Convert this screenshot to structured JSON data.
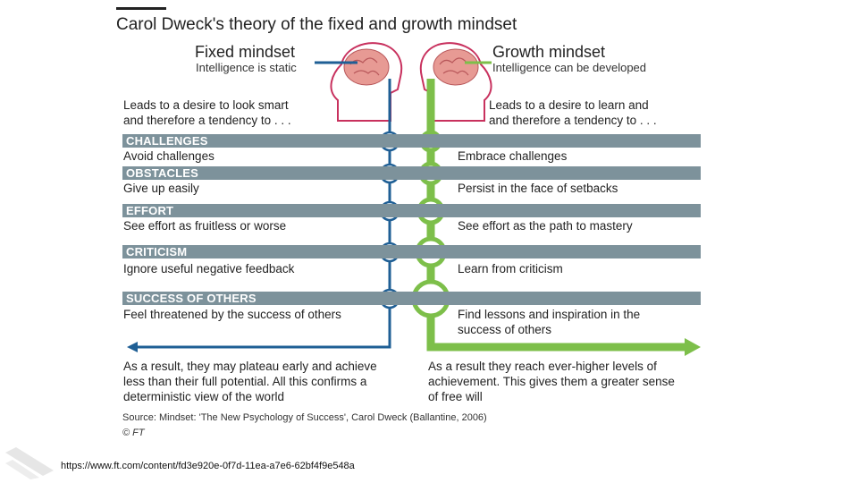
{
  "title": "Carol Dweck's theory of the fixed and growth mindset",
  "fixed": {
    "title": "Fixed mindset",
    "subtitle": "Intelligence is static",
    "lead": [
      "Leads to a desire to look smart",
      "and therefore a tendency to . . ."
    ],
    "result": [
      "As a result, they may plateau early and achieve",
      "less than their full potential. All this confirms a",
      "deterministic view of the world"
    ]
  },
  "growth": {
    "title": "Growth mindset",
    "subtitle": "Intelligence can be developed",
    "lead": [
      "Leads to a desire to learn and",
      "and therefore a tendency to . . ."
    ],
    "result": [
      "As a result they reach ever-higher levels of",
      "achievement. This gives them a greater sense",
      "of free will"
    ]
  },
  "rows": [
    {
      "category": "CHALLENGES",
      "fixed": "Avoid challenges",
      "growth": "Embrace challenges",
      "icon": "hand-icon"
    },
    {
      "category": "OBSTACLES",
      "fixed": "Give up easily",
      "growth": "Persist in the face of setbacks",
      "icon": "brick-wall-icon"
    },
    {
      "category": "EFFORT",
      "fixed": "See effort as fruitless or worse",
      "growth": "See effort as the path to mastery",
      "icon": "flexed-arm-icon"
    },
    {
      "category": "CRITICISM",
      "fixed": "Ignore useful negative feedback",
      "growth": "Learn from criticism",
      "icon": "no-sign-icon"
    },
    {
      "category": "SUCCESS OF OTHERS",
      "fixed": "Feel threatened by the success of others",
      "growth": [
        "Find lessons and inspiration in the",
        "success of others"
      ],
      "icon": "trophy-icon"
    }
  ],
  "source": "Source: Mindset: 'The New Psychology of Success', Carol Dweck (Ballantine, 2006)",
  "credit": "© FT",
  "url": "https://www.ft.com/content/fd3e920e-0f7d-11ea-a7e6-62bf4f9e548a",
  "colors": {
    "fixed": "#1f5f95",
    "growth": "#7dbf4a",
    "band": "#7d929b",
    "head": "#c8315e",
    "brain": "#e79a94"
  }
}
